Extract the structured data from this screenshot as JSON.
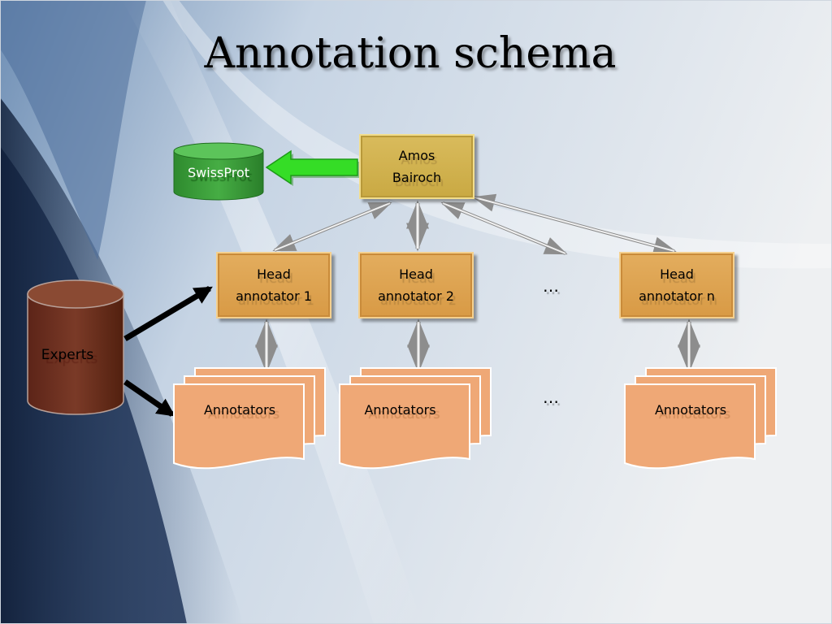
{
  "title": "Annotation schema",
  "nodes": {
    "amos": "Amos\nBairoch",
    "swissprot": "SwissProt",
    "experts": "Experts",
    "head_1": "Head\nannotator 1",
    "head_2": "Head\nannotator 2",
    "head_n": "Head\nannotator n",
    "annotators_1": "Annotators",
    "annotators_2": "Annotators",
    "annotators_n": "Annotators",
    "ellipsis_heads": "…",
    "ellipsis_annotators": "…"
  },
  "colors": {
    "amos_box": "#d2b24e",
    "head_box": "#de a24f",
    "annotators_doc": "#efa876",
    "swissprot_db": "#3a9a3a",
    "experts_db": "#6e3020",
    "green_arrow": "#33dd22",
    "connector": "#e6e6e6"
  }
}
